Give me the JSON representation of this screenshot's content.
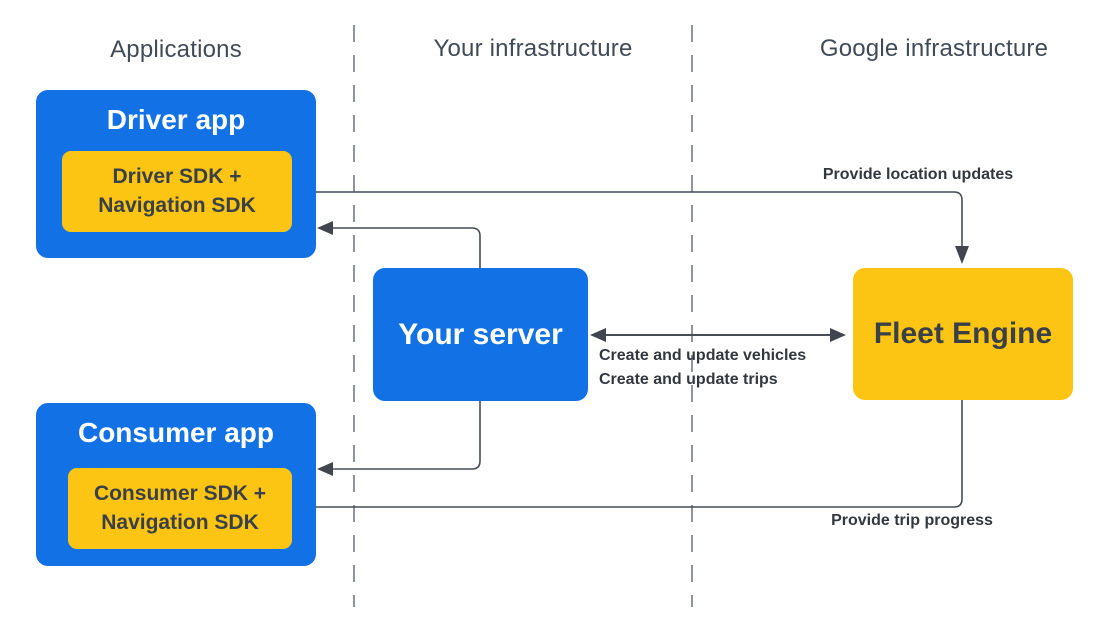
{
  "columns": [
    {
      "id": "applications",
      "label": "Applications"
    },
    {
      "id": "your-infrastructure",
      "label": "Your infrastructure"
    },
    {
      "id": "google-infrastructure",
      "label": "Google infrastructure"
    }
  ],
  "nodes": {
    "driver_app": {
      "title": "Driver app",
      "sdk_line1": "Driver SDK +",
      "sdk_line2": "Navigation SDK"
    },
    "consumer_app": {
      "title": "Consumer app",
      "sdk_line1": "Consumer SDK +",
      "sdk_line2": "Navigation SDK"
    },
    "your_server": {
      "title": "Your server"
    },
    "fleet_engine": {
      "title": "Fleet Engine"
    }
  },
  "edges": [
    {
      "id": "driver-to-fleet",
      "label": "Provide location updates",
      "from": "driver_app.sdk",
      "to": "fleet_engine",
      "direction": "one-way"
    },
    {
      "id": "server-to-driver",
      "label": "",
      "from": "your_server",
      "to": "driver_app",
      "direction": "one-way"
    },
    {
      "id": "server-fleet",
      "label_line1": "Create and update vehicles",
      "label_line2": "Create and update trips",
      "from": "your_server",
      "to": "fleet_engine",
      "direction": "two-way"
    },
    {
      "id": "server-to-consumer",
      "label": "",
      "from": "your_server",
      "to": "consumer_app",
      "direction": "one-way"
    },
    {
      "id": "fleet-to-consumer",
      "label": "Provide trip progress",
      "from": "fleet_engine",
      "to": "consumer_app.sdk",
      "direction": "one-way"
    }
  ],
  "colors": {
    "box_blue": "#1272E5",
    "box_yellow": "#FCC514",
    "connector": "#474C55",
    "divider_gray": "#8E9499",
    "heading_text": "#414B57",
    "dark_text": "#3A4048",
    "edge_label_text": "#33383F",
    "background": "#FFFFFF"
  }
}
